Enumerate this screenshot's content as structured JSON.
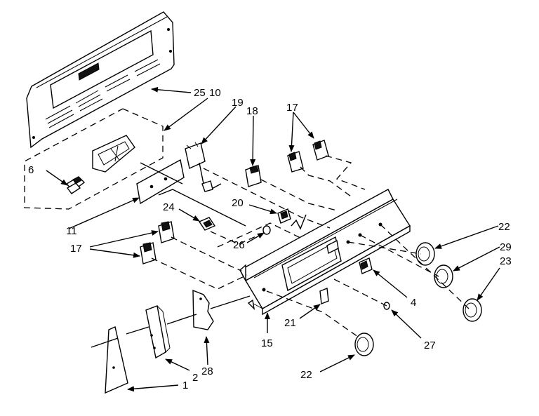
{
  "diagram": {
    "labels": {
      "l1": "1",
      "l2": "2",
      "l4": "4",
      "l6": "6",
      "l10": "10",
      "l11": "11",
      "l15": "15",
      "l17a": "17",
      "l17b": "17",
      "l18": "18",
      "l19": "19",
      "l20": "20",
      "l21": "21",
      "l22a": "22",
      "l22b": "22",
      "l23": "23",
      "l24": "24",
      "l25": "25",
      "l26": "26",
      "l27": "27",
      "l28": "28",
      "l29": "29"
    }
  }
}
